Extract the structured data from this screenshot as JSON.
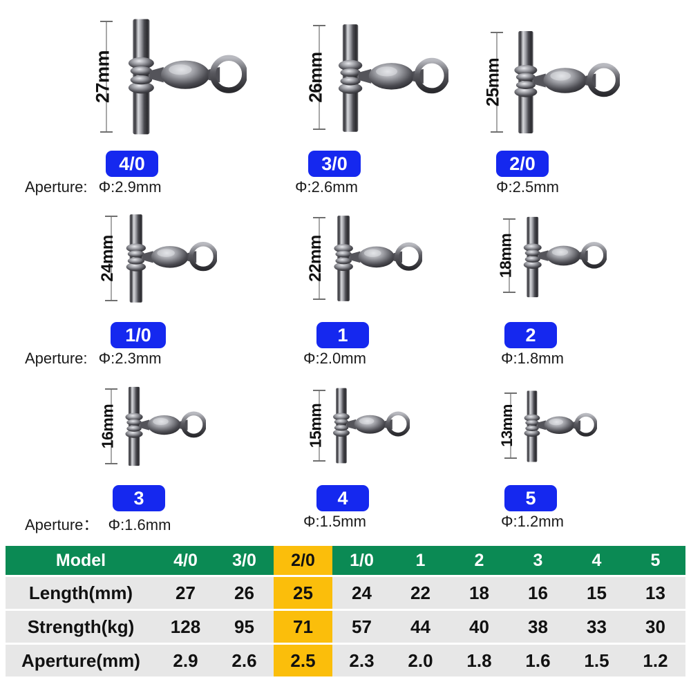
{
  "products": [
    {
      "size": "4/0",
      "length_label": "27mm",
      "aperture_prefix": "Aperture:",
      "aperture_value": "Φ:2.9mm",
      "show_prefix": true
    },
    {
      "size": "3/0",
      "length_label": "26mm",
      "aperture_prefix": "",
      "aperture_value": "Φ:2.6mm",
      "show_prefix": false
    },
    {
      "size": "2/0",
      "length_label": "25mm",
      "aperture_prefix": "",
      "aperture_value": "Φ:2.5mm",
      "show_prefix": false
    },
    {
      "size": "1/0",
      "length_label": "24mm",
      "aperture_prefix": "Aperture:",
      "aperture_value": "Φ:2.3mm",
      "show_prefix": true
    },
    {
      "size": "1",
      "length_label": "22mm",
      "aperture_prefix": "",
      "aperture_value": "Φ:2.0mm",
      "show_prefix": false
    },
    {
      "size": "2",
      "length_label": "18mm",
      "aperture_prefix": "",
      "aperture_value": "Φ:1.8mm",
      "show_prefix": false
    },
    {
      "size": "3",
      "length_label": "16mm",
      "aperture_prefix": "Aperture：",
      "aperture_value": "Φ:1.6mm",
      "show_prefix": true
    },
    {
      "size": "4",
      "length_label": "15mm",
      "aperture_prefix": "",
      "aperture_value": "Φ:1.5mm",
      "show_prefix": false
    },
    {
      "size": "5",
      "length_label": "13mm",
      "aperture_prefix": "",
      "aperture_value": "Φ:1.2mm",
      "show_prefix": false
    }
  ],
  "chart_data": {
    "type": "table",
    "title": "",
    "highlight_column": "2/0",
    "columns": [
      "Model",
      "4/0",
      "3/0",
      "2/0",
      "1/0",
      "1",
      "2",
      "3",
      "4",
      "5"
    ],
    "rows": [
      {
        "label": "Length(mm)",
        "values": [
          "27",
          "26",
          "25",
          "24",
          "22",
          "18",
          "16",
          "15",
          "13"
        ]
      },
      {
        "label": "Strength(kg)",
        "values": [
          "128",
          "95",
          "71",
          "57",
          "44",
          "40",
          "38",
          "33",
          "30"
        ]
      },
      {
        "label": "Aperture(mm)",
        "values": [
          "2.9",
          "2.6",
          "2.5",
          "2.3",
          "2.0",
          "1.8",
          "1.6",
          "1.5",
          "1.2"
        ]
      }
    ]
  },
  "colors": {
    "header_green": "#0b8a54",
    "highlight_yellow": "#fbbe0b",
    "row_grey": "#e7e7e7",
    "badge_blue": "#1528ef",
    "dimension_line": "#a8a8a8",
    "text_dark": "#111111"
  },
  "icons": {
    "swivel": "fishing-swivel-icon",
    "dimension": "dimension-line-icon"
  }
}
